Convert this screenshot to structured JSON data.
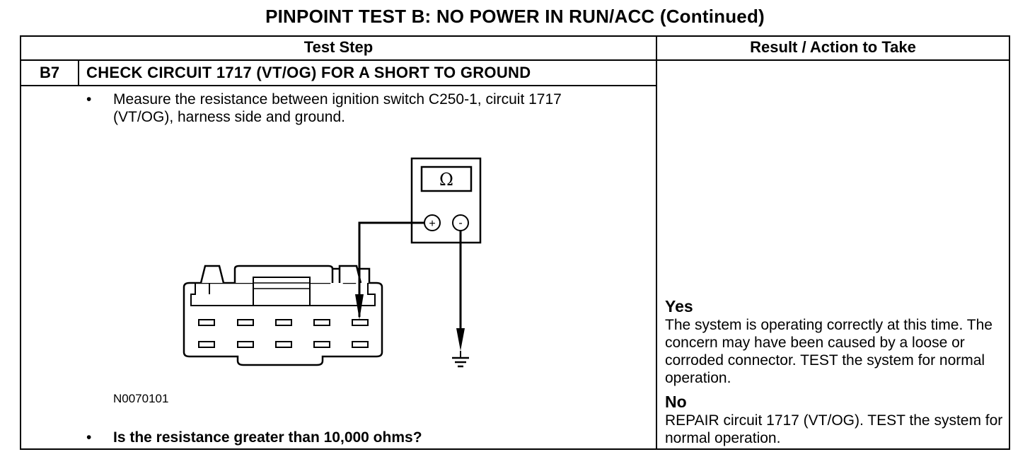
{
  "title": "PINPOINT TEST B: NO POWER IN RUN/ACC (Continued)",
  "table": {
    "header_left": "Test Step",
    "header_right": "Result / Action to Take"
  },
  "step": {
    "id": "B7",
    "title": "CHECK CIRCUIT 1717 (VT/OG) FOR A SHORT TO GROUND",
    "instruction": "Measure the resistance between ignition switch C250-1, circuit 1717 (VT/OG), harness side and ground.",
    "bullet_symbol": "•",
    "question": "Is the resistance greater than 10,000 ohms?"
  },
  "figure": {
    "id": "N0070101",
    "meter_symbol": "Ω",
    "plus_symbol": "+",
    "minus_symbol": "-"
  },
  "results": {
    "yes_label": "Yes",
    "yes_text": "The system is operating correctly at this time. The concern may have been caused by a loose or corroded connector. TEST the system for normal operation.",
    "no_label": "No",
    "no_text": "REPAIR circuit 1717 (VT/OG). TEST the system for normal operation."
  }
}
